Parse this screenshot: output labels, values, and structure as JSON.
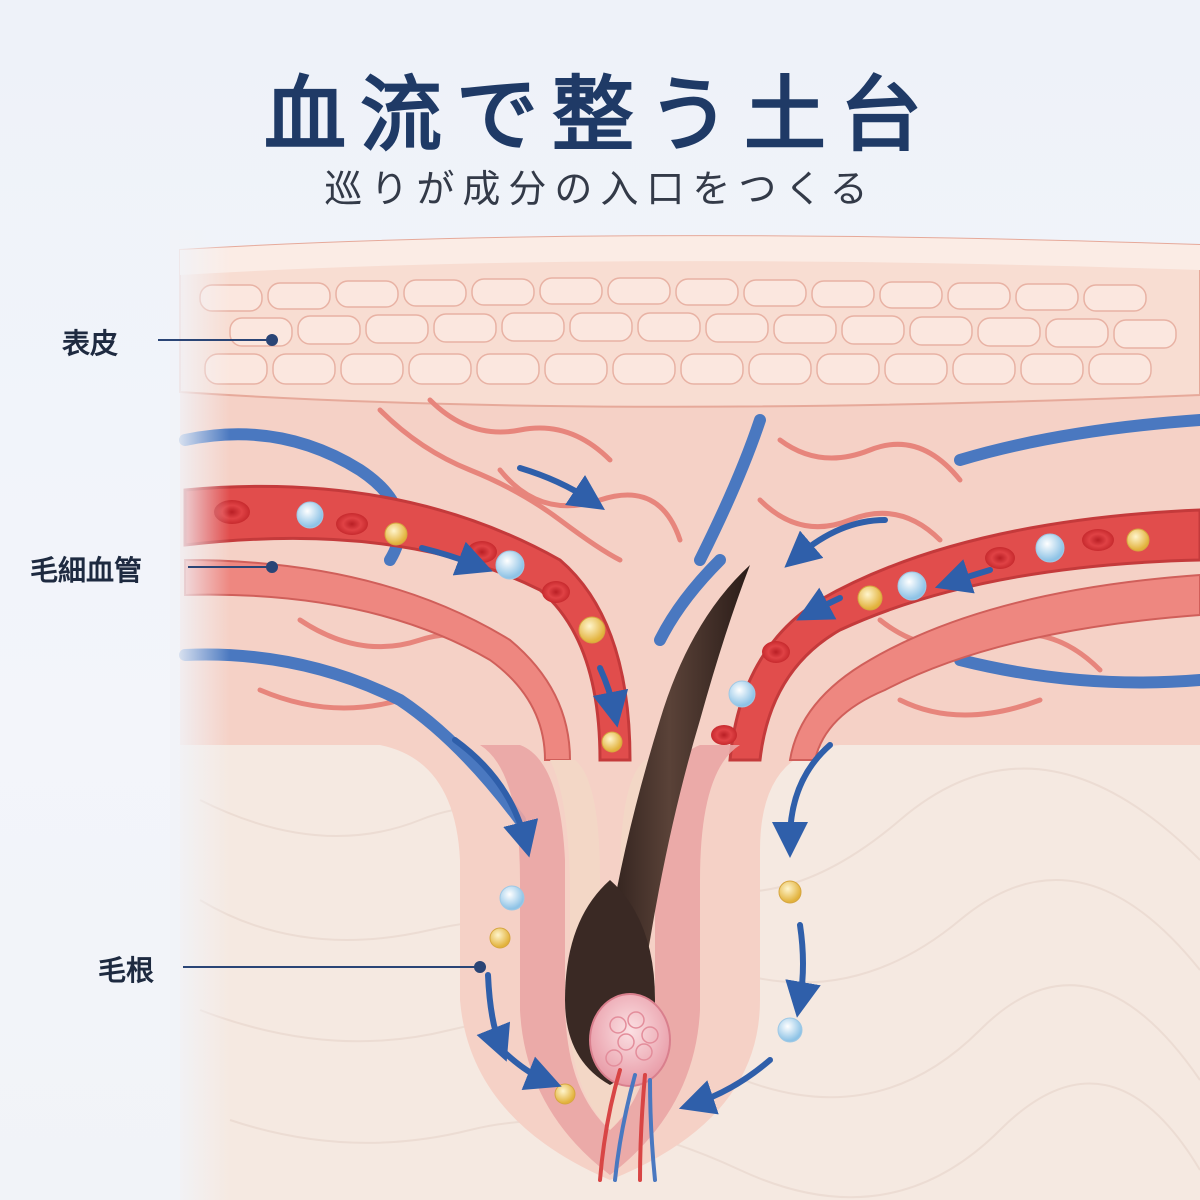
{
  "title": "血流で整う土台",
  "subtitle": "巡りが成分の入口をつくる",
  "labels": {
    "epidermis": "表皮",
    "capillaries": "毛細血管",
    "hair_root": "毛根"
  },
  "colors": {
    "title": "#1f3a66",
    "leader_line": "#2a4576",
    "artery": "#e0504f",
    "vein": "#4a78c0",
    "flow_arrow": "#2f5faa",
    "hair": "#3f2c26",
    "skin": "#f6d2c6"
  }
}
